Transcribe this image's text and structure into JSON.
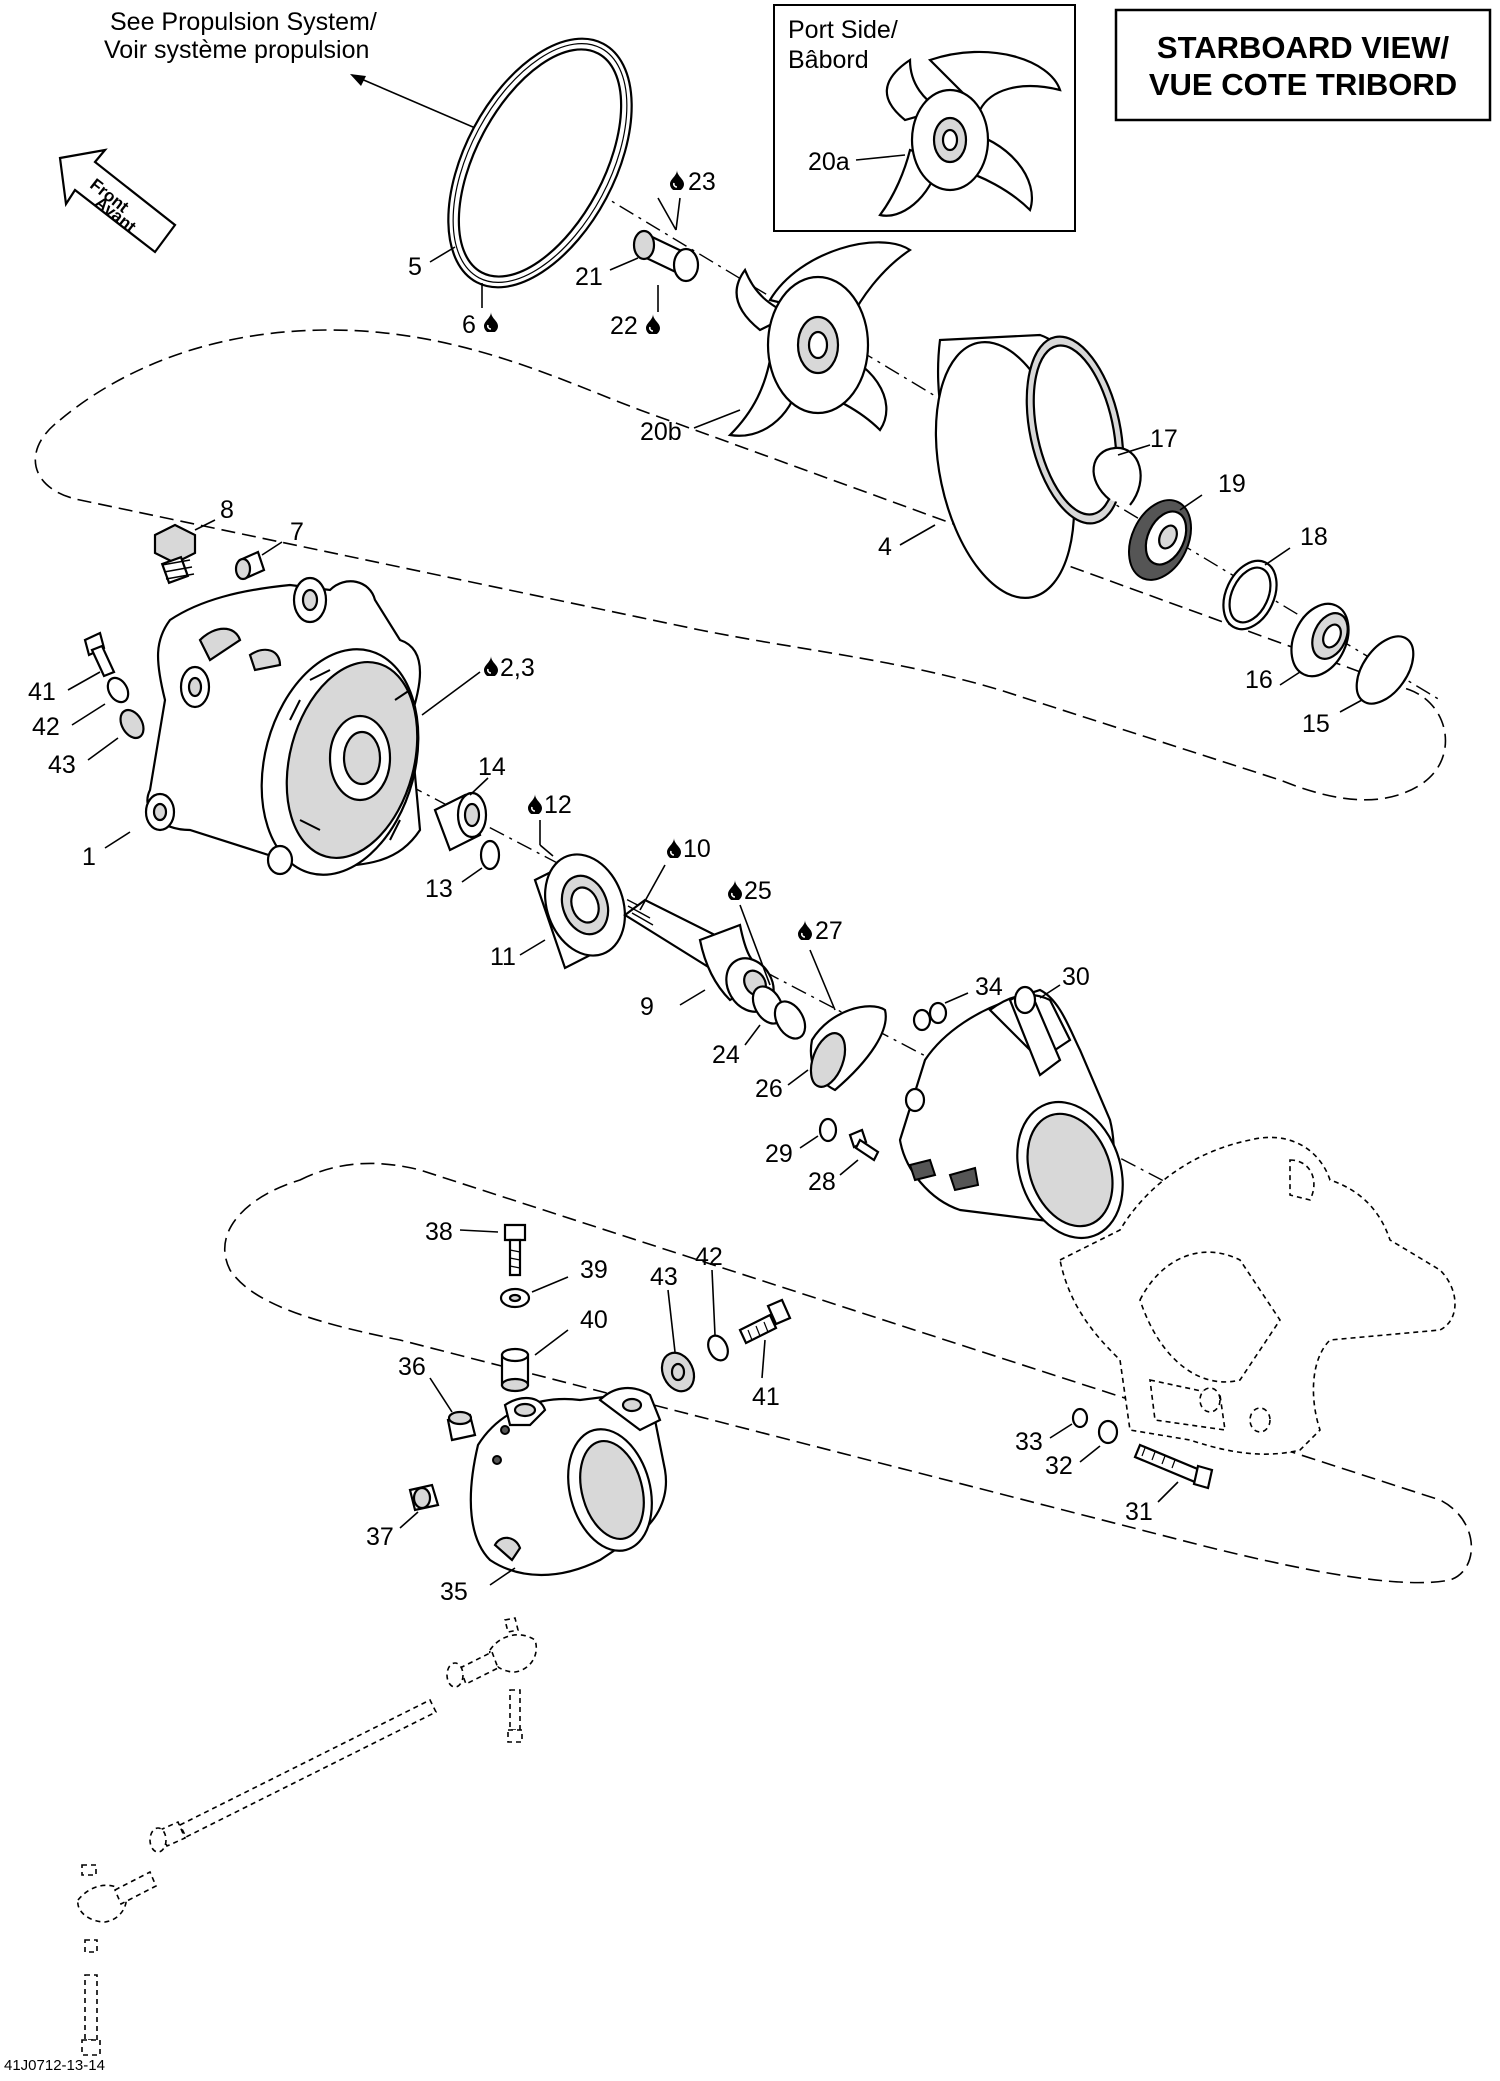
{
  "title": {
    "line1": "STARBOARD VIEW/",
    "line2": "VUE COTE TRIBORD"
  },
  "port_side": {
    "line1": "Port Side/",
    "line2": "Bâbord"
  },
  "see_note": {
    "line1": "See Propulsion System/",
    "line2": "Voir système propulsion"
  },
  "front_arrow": {
    "line1": "Front",
    "line2": "Avant"
  },
  "drawing_ref": "41J0712-13-14",
  "parts": {
    "p1": "1",
    "p2_3": "2,3",
    "p4": "4",
    "p5": "5",
    "p6": "6",
    "p7": "7",
    "p8": "8",
    "p9": "9",
    "p10": "10",
    "p11": "11",
    "p12": "12",
    "p13": "13",
    "p14": "14",
    "p15": "15",
    "p16": "16",
    "p17": "17",
    "p18": "18",
    "p19": "19",
    "p20a": "20a",
    "p20b": "20b",
    "p21": "21",
    "p22": "22",
    "p23": "23",
    "p24": "24",
    "p25": "25",
    "p26": "26",
    "p27": "27",
    "p28": "28",
    "p29": "29",
    "p30": "30",
    "p31": "31",
    "p32": "32",
    "p33": "33",
    "p34": "34",
    "p35": "35",
    "p36": "36",
    "p37": "37",
    "p38": "38",
    "p39": "39",
    "p40": "40",
    "p41a": "41",
    "p41b": "41",
    "p42a": "42",
    "p42b": "42",
    "p43a": "43",
    "p43b": "43"
  },
  "icons": {
    "lubricant": "drop-icon",
    "direction": "front-arrow-icon"
  }
}
